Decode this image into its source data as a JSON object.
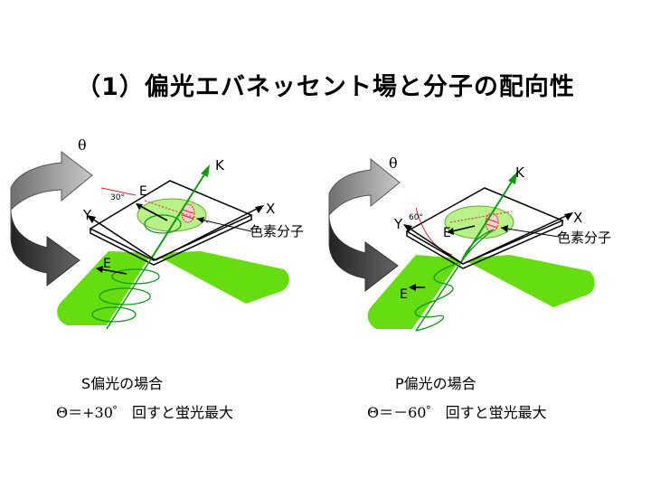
{
  "title": "（1）偏光エバネッセント場と分子の配向性",
  "panels": [
    {
      "theta_label": "θ",
      "axis_k": "K",
      "axis_x": "X",
      "axis_y": "Y",
      "field_label_top": "E",
      "field_label_beam": "E",
      "angle_label": "30°",
      "molecule_label": "色素分子",
      "caption": "S偏光の場合",
      "condition": "Θ＝+30゜ 回すと蛍光最大"
    },
    {
      "theta_label": "θ",
      "axis_k": "K",
      "axis_x": "X",
      "axis_y": "Y",
      "field_label_top": "E",
      "field_label_beam": "E",
      "angle_label": "60°",
      "molecule_label": "色素分子",
      "caption": "P偏光の場合",
      "condition": "Θ＝－60゜ 回すと蛍光最大"
    }
  ],
  "colors": {
    "beam": "#66dd11",
    "green_line": "#119911",
    "arrow_light": "#9a9a9a",
    "arrow_dark": "#444444",
    "red": "#dd2222"
  }
}
